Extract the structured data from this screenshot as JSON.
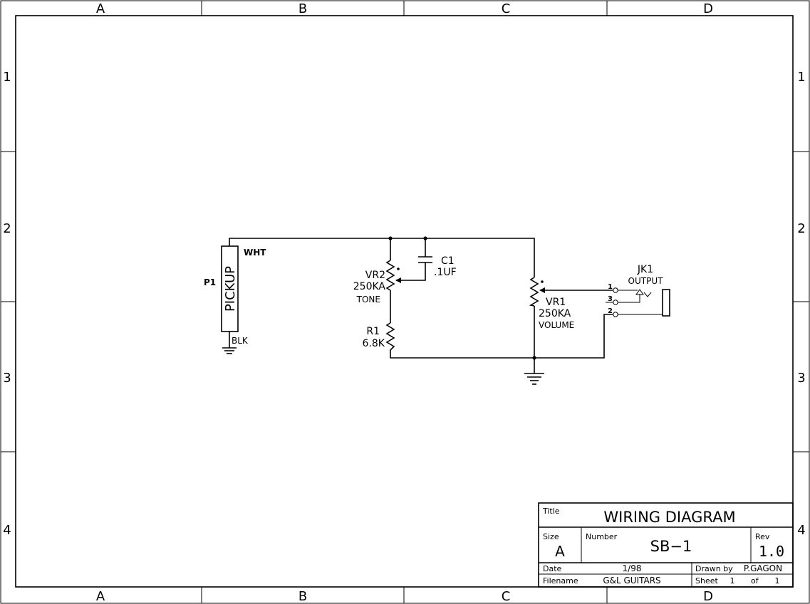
{
  "border": {
    "columns": [
      "A",
      "B",
      "C",
      "D"
    ],
    "rows": [
      "1",
      "2",
      "3",
      "4"
    ]
  },
  "components": {
    "pickup": {
      "ref": "P1",
      "name": "PICKUP",
      "wire_hot": "WHT",
      "wire_ground": "BLK"
    },
    "tone_pot": {
      "ref": "VR2",
      "value": "250KA",
      "function": "TONE"
    },
    "capacitor": {
      "ref": "C1",
      "value": ".1UF"
    },
    "resistor": {
      "ref": "R1",
      "value": "6.8K"
    },
    "volume_pot": {
      "ref": "VR1",
      "value": "250KA",
      "function": "VOLUME"
    },
    "jack": {
      "ref": "JK1",
      "name": "OUTPUT",
      "pins": [
        "1",
        "3",
        "2"
      ]
    }
  },
  "title_block": {
    "title_label": "Title",
    "title": "WIRING DIAGRAM",
    "size_label": "Size",
    "size": "A",
    "number_label": "Number",
    "number": "SB−1",
    "rev_label": "Rev",
    "rev": "1.0",
    "date_label": "Date",
    "date": "1/98",
    "drawn_by_label": "Drawn by",
    "drawn_by": "P.GAGON",
    "filename_label": "Filename",
    "filename": "G&L GUITARS",
    "sheet_label": "Sheet",
    "sheet": "1",
    "of_label": "of",
    "sheet_total": "1"
  }
}
